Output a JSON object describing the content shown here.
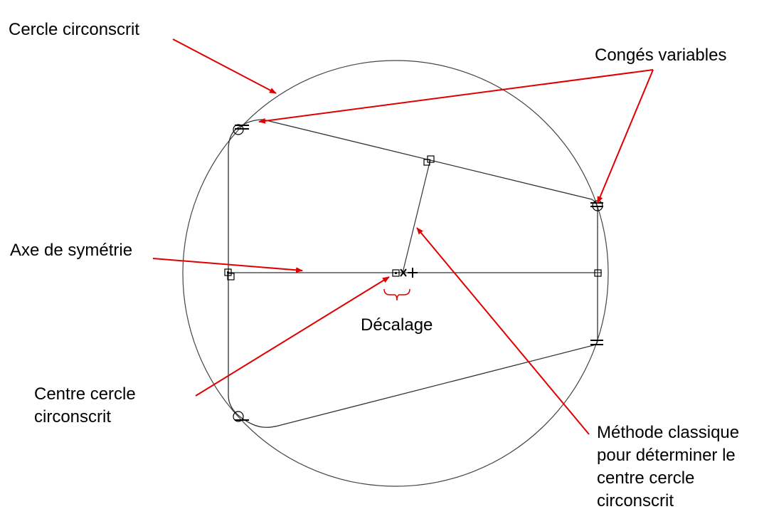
{
  "labels": {
    "circumscribed_circle": "Cercle circonscrit",
    "variable_fillets": "Congés variables",
    "symmetry_axis": "Axe de symétrie",
    "offset": "Décalage",
    "circle_center": "Centre cercle\ncirconscrit",
    "classic_method": "Méthode classique\npour déterminer le\ncentre cercle\ncirconscrit"
  },
  "colors": {
    "annotation": "#e00000",
    "geometry": "#333333"
  }
}
